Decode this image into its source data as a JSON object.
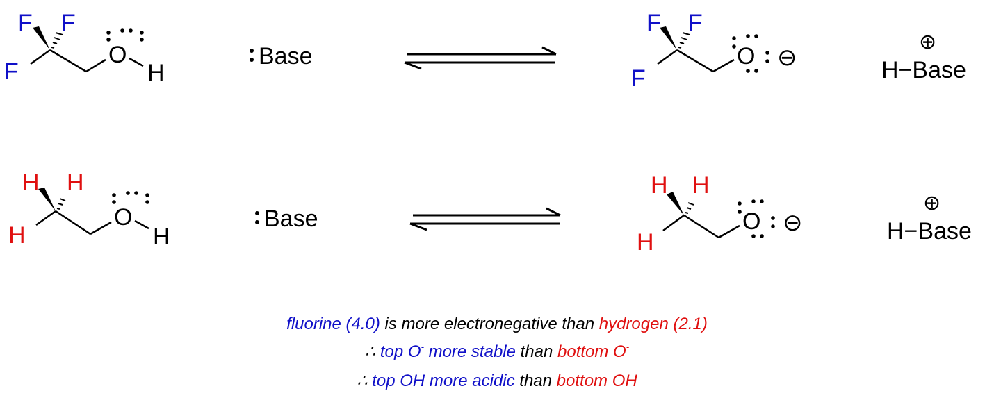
{
  "colors": {
    "fluorine": "#1010c8",
    "hydrogen_red": "#e01010",
    "ink": "#000000"
  },
  "reactions": [
    {
      "substituent_labels": [
        "F",
        "F",
        "F"
      ],
      "oxygen": "O",
      "acidic_h": "H",
      "base": "Base",
      "product_oxygen": "O",
      "charge_minus": "⊖",
      "charge_plus": "⊕",
      "conjugate_acid": "H−Base"
    },
    {
      "substituent_labels": [
        "H",
        "H",
        "H"
      ],
      "oxygen": "O",
      "acidic_h": "H",
      "base": "Base",
      "product_oxygen": "O",
      "charge_minus": "⊖",
      "charge_plus": "⊕",
      "conjugate_acid": "H−Base"
    }
  ],
  "caption": {
    "line1": {
      "a": "fluorine (4.0)",
      "b": " is more electronegative than ",
      "c": "hydrogen (2.1)"
    },
    "line2": {
      "therefore": "∴",
      "a": " top O",
      "a_sup": "-",
      "b": " more stable",
      "c": " than ",
      "d": "bottom O",
      "d_sup": "-"
    },
    "line3": {
      "therefore": "∴",
      "a": " top OH more acidic",
      "b": " than ",
      "c": "bottom OH"
    }
  }
}
